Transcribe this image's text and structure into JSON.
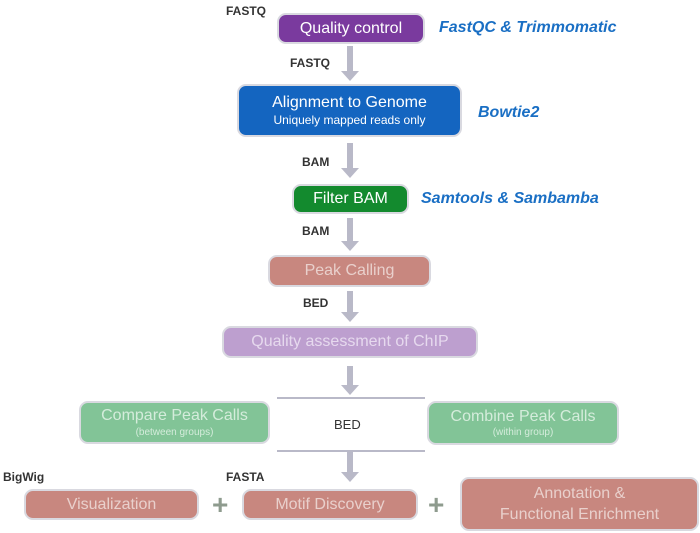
{
  "diagram": {
    "steps": {
      "qc": {
        "label": "Quality control",
        "tool": "FastQC & Trimmomatic",
        "input_format": "FASTQ",
        "color": "#7a3a9e"
      },
      "align": {
        "label": "Alignment to Genome",
        "sublabel": "Uniquely mapped reads only",
        "tool": "Bowtie2",
        "input_format": "FASTQ",
        "color": "#1465c0"
      },
      "filter": {
        "label": "Filter BAM",
        "tool": "Samtools & Sambamba",
        "input_format": "BAM",
        "color": "#138a2e"
      },
      "peak": {
        "label": "Peak Calling",
        "input_format": "BAM",
        "color": "#c8877f"
      },
      "qa_chip": {
        "label": "Quality assessment of ChIP",
        "input_format": "BED",
        "color": "#bd9fcf"
      },
      "compare": {
        "label": "Compare Peak Calls",
        "sublabel": "(between groups)",
        "color": "#82c497"
      },
      "combine": {
        "label": "Combine Peak Calls",
        "sublabel": "(within group)",
        "color": "#82c497"
      },
      "center_format": "BED",
      "visualization": {
        "label": "Visualization",
        "input_format": "BigWig",
        "color": "#c8877f"
      },
      "motif": {
        "label": "Motif Discovery",
        "input_format": "FASTA",
        "color": "#c8877f"
      },
      "annotation": {
        "label_line1": "Annotation &",
        "label_line2": "Functional Enrichment",
        "color": "#c8877f"
      }
    },
    "connectors": {
      "plus": "+"
    }
  }
}
